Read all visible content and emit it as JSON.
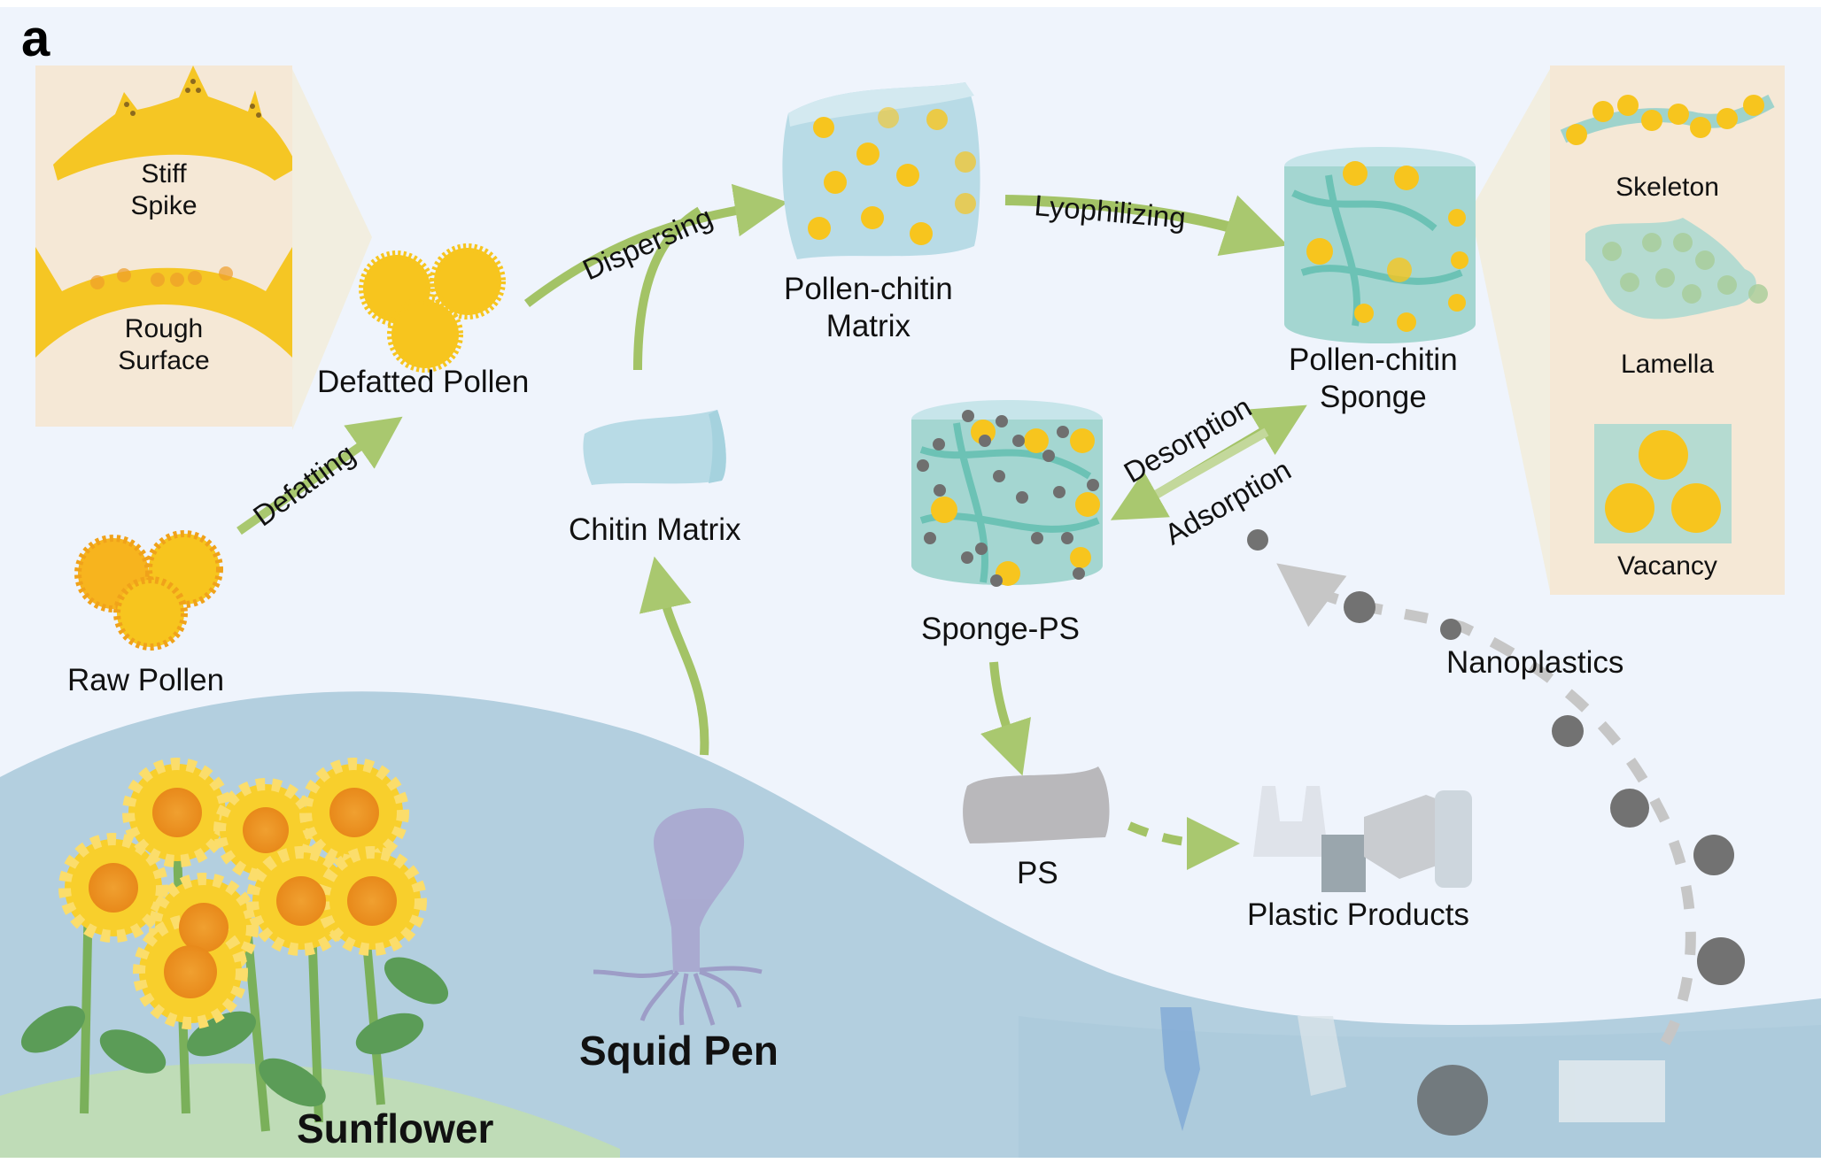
{
  "figure": {
    "panel_letter": "a",
    "colors": {
      "background": "#eff4fc",
      "water": "#b3cfdf",
      "ground": "#bfdcb7",
      "inset": "#f5e8d6",
      "arrow_green": "#9dbf62",
      "arrow_grey": "#bdbdbd",
      "pollen_yellow": "#f7c51e",
      "chitin_blue": "#bcdce6",
      "sponge_teal": "#9fd3cc",
      "nanoplastic_grey": "#6f6f6f"
    }
  },
  "left_inset": {
    "items": [
      {
        "label_line1": "Stiff",
        "label_line2": "Spike"
      },
      {
        "label_line1": "Rough",
        "label_line2": "Surface"
      }
    ]
  },
  "right_inset": {
    "items": [
      {
        "label": "Skeleton"
      },
      {
        "label": "Lamella"
      },
      {
        "label": "Vacancy"
      }
    ]
  },
  "nodes": {
    "raw_pollen": "Raw Pollen",
    "defatted_pollen": "Defatted Pollen",
    "chitin_matrix": "Chitin Matrix",
    "pollen_chitin_matrix_line1": "Pollen-chitin",
    "pollen_chitin_matrix_line2": "Matrix",
    "pollen_chitin_sponge_line1": "Pollen-chitin",
    "pollen_chitin_sponge_line2": "Sponge",
    "sponge_ps": "Sponge-PS",
    "ps": "PS",
    "plastic_products": "Plastic Products",
    "nanoplastics": "Nanoplastics",
    "sunflower": "Sunflower",
    "squid_pen": "Squid Pen"
  },
  "process_steps": {
    "defatting": "Defatting",
    "dispersing": "Dispersing",
    "lyophilizing": "Lyophilizing",
    "desorption": "Desorption",
    "adsorption": "Adsorption"
  }
}
